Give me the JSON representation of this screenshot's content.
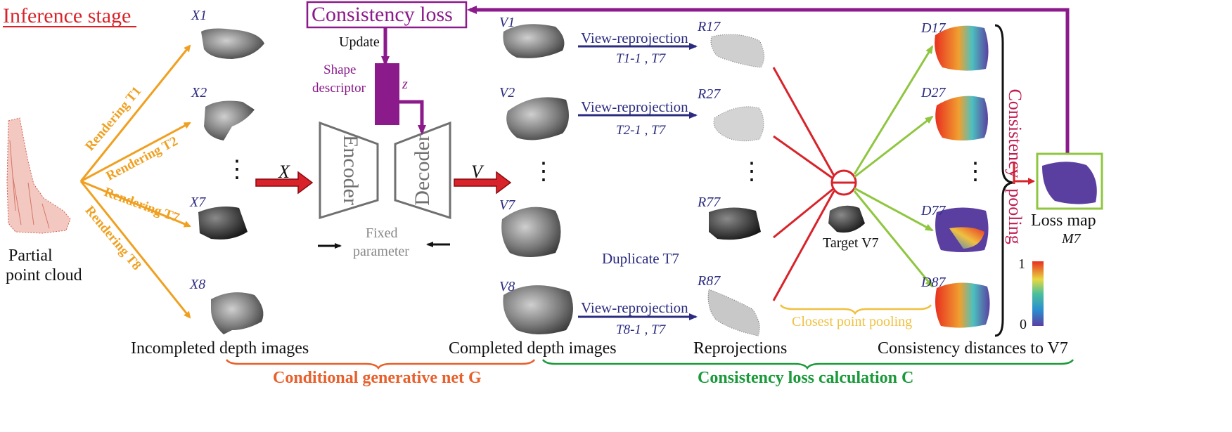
{
  "title": "Inference stage",
  "inputs": {
    "partial_cloud_line1": "Partial",
    "partial_cloud_line2": "point cloud"
  },
  "rendering_labels": [
    "Rendering T1",
    "Rendering T2",
    "Rendering T7",
    "Rendering T8"
  ],
  "x_labels": [
    "X1",
    "X2",
    "X7",
    "X8"
  ],
  "v_labels": [
    "V1",
    "V2",
    "V7",
    "V8"
  ],
  "r_labels": [
    "R17",
    "R27",
    "R77",
    "R87"
  ],
  "d_labels": [
    "D17",
    "D27",
    "D77",
    "D87"
  ],
  "dots": "⋮",
  "network": {
    "consistency_loss": "Consistency loss",
    "update": "Update",
    "shape_descriptor_line1": "Shape",
    "shape_descriptor_line2": "descriptor",
    "z": "z",
    "encoder": "Encoder",
    "decoder": "Decoder",
    "fixed_line1": "Fixed",
    "fixed_line2": "parameter",
    "x_input": "X",
    "v_output": "V"
  },
  "reprojection": {
    "view_reprojection": "View-reprojection",
    "transforms": [
      "T1-1 , T7",
      "T2-1 , T7",
      "T8-1 , T7"
    ],
    "duplicate": "Duplicate T7"
  },
  "target_label": "Target V7",
  "consistency_pooling": {
    "consistency": "Consistency",
    "pooling": "pooling"
  },
  "loss_map": {
    "label": "Loss map",
    "symbol": "M7"
  },
  "colorbar": {
    "max": "1",
    "min": "0"
  },
  "closest_point_pooling": "Closest point pooling",
  "captions": {
    "incompleted": "Incompleted depth images",
    "completed": "Completed depth images",
    "reprojections": "Reprojections",
    "consistency_distances": "Consistency distances to V7"
  },
  "sections": {
    "generative": "Conditional generative net G",
    "loss_calc": "Consistency loss calculation C"
  },
  "colors": {
    "red": "#d8232a",
    "orange": "#f0a020",
    "purple": "#8b1a8b",
    "green": "#8fc63f",
    "navy": "#2b2b80",
    "gray": "#707070",
    "dark_green": "#1a9a3a",
    "dark_orange": "#e8602c"
  }
}
